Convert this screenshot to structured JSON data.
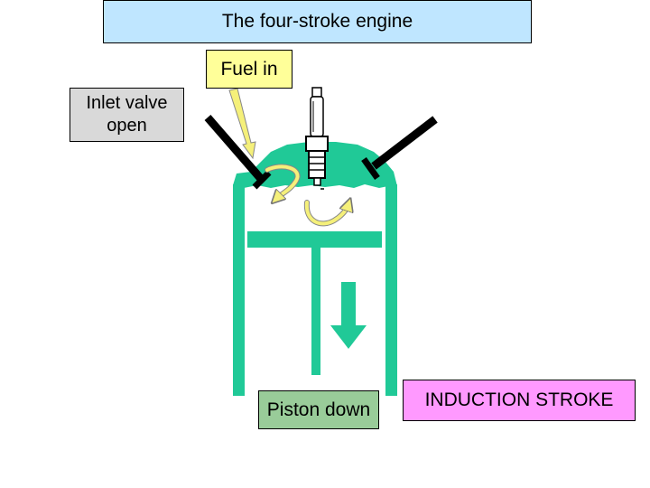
{
  "title": "The four-stroke engine",
  "labels": {
    "fuel_in": "Fuel in",
    "inlet_valve_line1": "Inlet valve",
    "inlet_valve_line2": "open",
    "piston_down": "Piston down",
    "stroke_name": "INDUCTION STROKE"
  },
  "colors": {
    "cylinder": "#20c997",
    "title_fill": "#bfe6ff",
    "fuel_fill": "#ffff99",
    "valve_fill": "#d9d9d9",
    "piston_label_fill": "#99cc99",
    "stroke_fill": "#ff99ff",
    "arrow_fill": "#20c997",
    "fuel_arrow": "#f5f07a"
  }
}
